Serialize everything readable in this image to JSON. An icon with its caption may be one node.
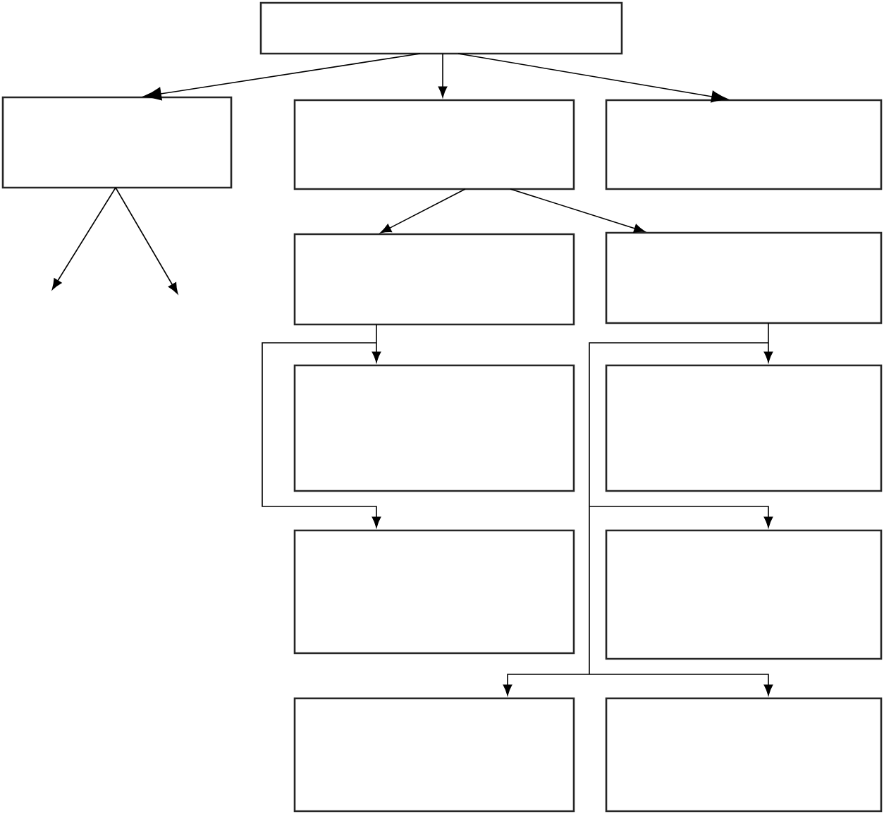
{
  "diagram": {
    "nodes": [
      {
        "text": [],
        "shape": "box"
      },
      {
        "text": [],
        "shape": "box"
      },
      {
        "text": [],
        "shape": "box"
      },
      {
        "text": [],
        "shape": "box"
      },
      {
        "text": [],
        "shape": "box"
      },
      {
        "text": [],
        "shape": "box"
      },
      {
        "text": [],
        "shape": "box"
      },
      {
        "text": [],
        "shape": "box"
      },
      {
        "text": [],
        "shape": "box"
      },
      {
        "text": [],
        "shape": "box"
      },
      {
        "text": [],
        "shape": "box"
      },
      {
        "text": [],
        "shape": "box"
      }
    ],
    "edges": [
      {
        "from": 0,
        "to": 1,
        "arrow": "to"
      },
      {
        "from": 0,
        "to": 2,
        "arrow": "to"
      },
      {
        "from": 0,
        "to": 3,
        "arrow": "to"
      },
      {
        "from": 1,
        "to": null,
        "arrow": "to"
      },
      {
        "from": 1,
        "to": null,
        "arrow": "to"
      },
      {
        "from": 2,
        "to": 4,
        "arrow": "to"
      },
      {
        "from": 2,
        "to": 5,
        "arrow": "to"
      },
      {
        "from": 4,
        "to": 6,
        "arrow": "to"
      },
      {
        "from": 4,
        "to": 8,
        "arrow": "to"
      },
      {
        "from": 5,
        "to": 7,
        "arrow": "to"
      },
      {
        "from": 5,
        "to": 9,
        "arrow": "to"
      },
      {
        "from": 5,
        "to": 10,
        "arrow": "to"
      },
      {
        "from": 5,
        "to": 11,
        "arrow": "to"
      }
    ]
  }
}
